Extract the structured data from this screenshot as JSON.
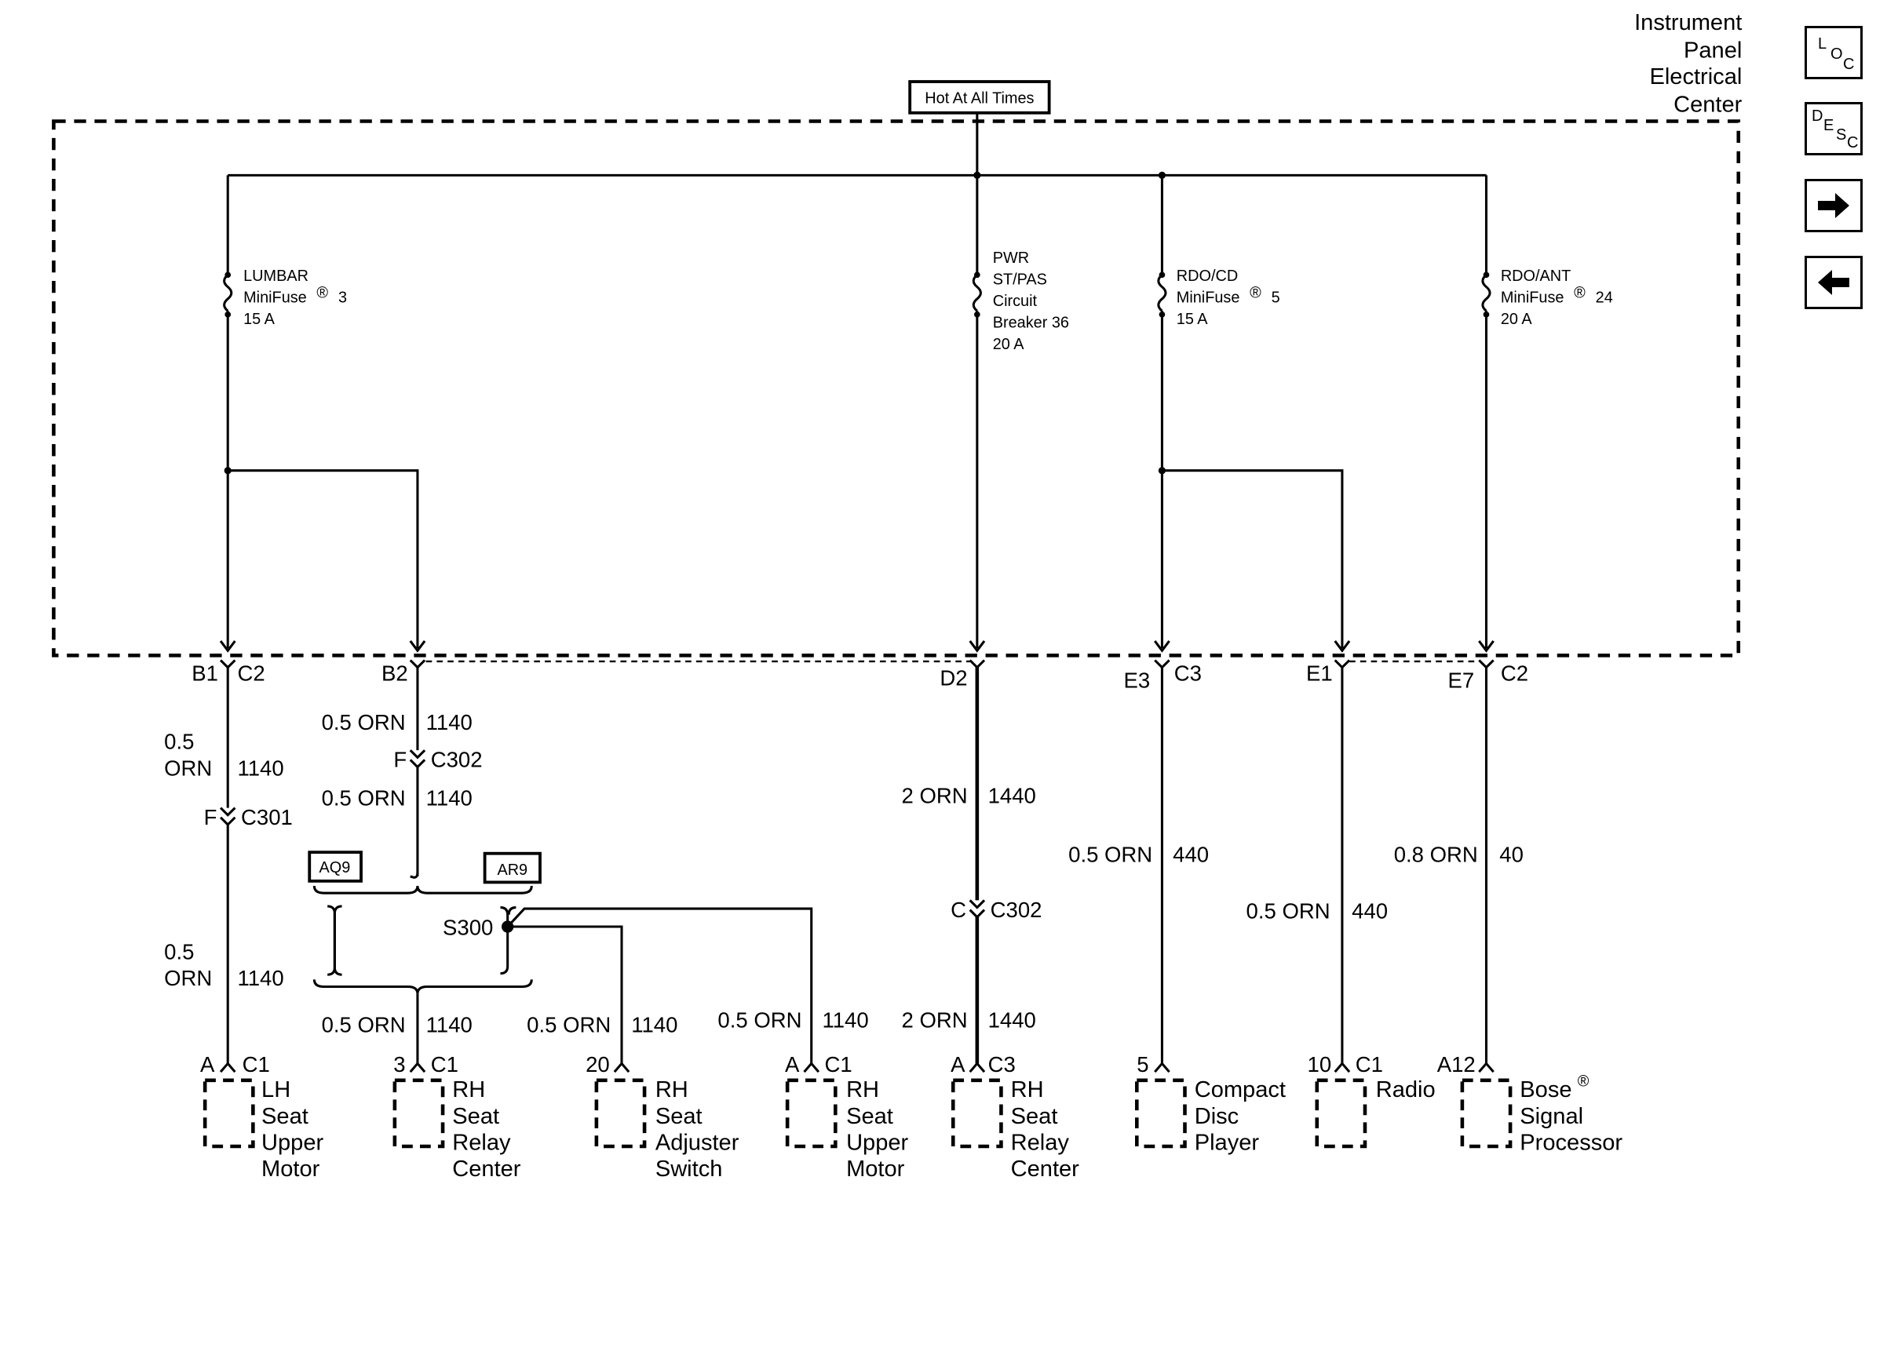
{
  "header": {
    "title_lines": [
      "Instrument",
      "Panel",
      "Electrical",
      "Center"
    ],
    "hot_label": "Hot At All Times"
  },
  "nav": {
    "loc": {
      "l": "L",
      "o": "O",
      "c": "C"
    },
    "desc": {
      "d": "D",
      "e": "E",
      "s": "S",
      "c": "C"
    },
    "next_icon": "right-arrow-icon",
    "prev_icon": "left-arrow-icon"
  },
  "fuses": [
    {
      "lines": [
        "LUMBAR",
        "MiniFuse",
        "15 A"
      ],
      "reg": "®",
      "num": "3"
    },
    {
      "lines": [
        "PWR",
        "ST/PAS",
        "Circuit",
        "Breaker 36",
        "20 A"
      ]
    },
    {
      "lines": [
        "RDO/CD",
        "MiniFuse",
        "15 A"
      ],
      "reg": "®",
      "num": "5"
    },
    {
      "lines": [
        "RDO/ANT",
        "MiniFuse",
        "20 A"
      ],
      "reg": "®",
      "num": "24"
    }
  ],
  "connectors": {
    "b1": "B1",
    "c2a": "C2",
    "b2": "B2",
    "d2": "D2",
    "e3": "E3",
    "c3": "C3",
    "e1": "E1",
    "e7": "E7",
    "c2b": "C2"
  },
  "wires": {
    "w1_size_a": "0.5",
    "w1_color_a": "ORN",
    "w1_circuit_a": "1140",
    "w1_size_b": "0.5",
    "w1_color_b": "ORN",
    "w1_circuit_b": "1140",
    "w2_label_a": "0.5 ORN",
    "w2_circuit_a": "1140",
    "w2_label_b": "0.5 ORN",
    "w2_circuit_b": "1140",
    "w2_label_c": "0.5 ORN",
    "w2_circuit_c": "1140",
    "w3_label": "0.5 ORN",
    "w3_circuit": "1140",
    "w4_label": "0.5 ORN",
    "w4_circuit": "1140",
    "w5_label_a": "2 ORN",
    "w5_circuit_a": "1440",
    "w5_label_b": "2 ORN",
    "w5_circuit_b": "1440",
    "w6_label": "0.5 ORN",
    "w6_circuit": "440",
    "w7_label": "0.5 ORN",
    "w7_circuit": "440",
    "w8_label": "0.8 ORN",
    "w8_circuit": "40"
  },
  "inline_connectors": {
    "c301_pin": "F",
    "c301": "C301",
    "c302a_pin": "F",
    "c302a": "C302",
    "c302b_pin": "C",
    "c302b": "C302"
  },
  "options": {
    "aq9": "AQ9",
    "ar9": "AR9"
  },
  "splice": "S300",
  "components": [
    {
      "pin": "A",
      "conn": "C1",
      "lines": [
        "LH",
        "Seat",
        "Upper",
        "Motor"
      ]
    },
    {
      "pin": "3",
      "conn": "C1",
      "lines": [
        "RH",
        "Seat",
        "Relay",
        "Center"
      ]
    },
    {
      "pin": "20",
      "conn": "",
      "lines": [
        "RH",
        "Seat",
        "Adjuster",
        "Switch"
      ]
    },
    {
      "pin": "A",
      "conn": "C1",
      "lines": [
        "RH",
        "Seat",
        "Upper",
        "Motor"
      ]
    },
    {
      "pin": "A",
      "conn": "C3",
      "lines": [
        "RH",
        "Seat",
        "Relay",
        "Center"
      ]
    },
    {
      "pin": "5",
      "conn": "",
      "lines": [
        "Compact",
        "Disc",
        "Player"
      ]
    },
    {
      "pin": "10",
      "conn": "C1",
      "lines": [
        "Radio"
      ]
    },
    {
      "pin": "A12",
      "conn": "",
      "lines": [
        "Bose",
        "Signal",
        "Processor"
      ],
      "reg": "®"
    }
  ]
}
